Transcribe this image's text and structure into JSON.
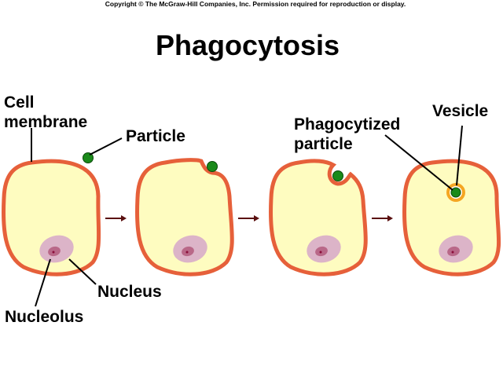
{
  "copyright": "Copyright © The McGraw-Hill Companies, Inc. Permission required for reproduction or display.",
  "title": "Phagocytosis",
  "labels": {
    "cell_membrane_1": "Cell",
    "cell_membrane_2": "membrane",
    "particle": "Particle",
    "nucleus": "Nucleus",
    "nucleolus": "Nucleolus",
    "phagocytized_1": "Phagocytized",
    "phagocytized_2": "particle",
    "vesicle": "Vesicle"
  },
  "colors": {
    "cytoplasm": "#fefcc0",
    "membrane": "#e6603a",
    "particle": "#1a8a1a",
    "nucleus": "#dcb4c8",
    "nucleolus": "#b96888",
    "vesicle": "#f5a623",
    "arrow": "#5a0f0f"
  }
}
